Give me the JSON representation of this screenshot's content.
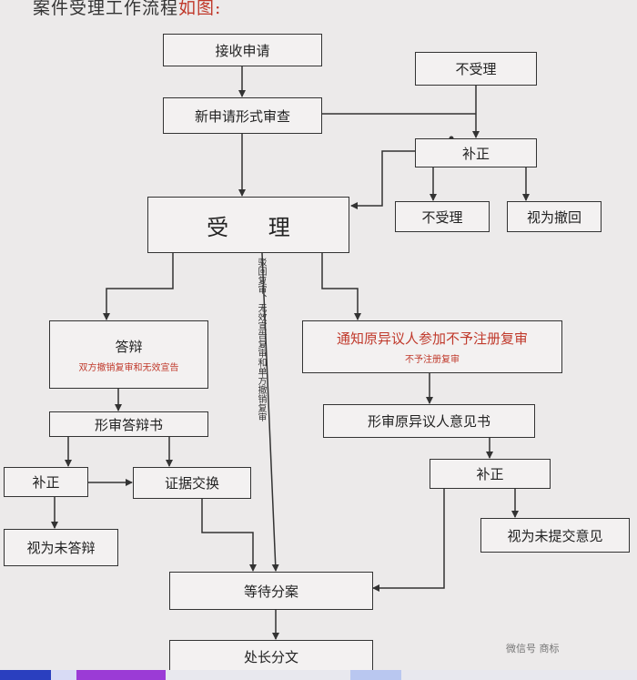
{
  "title": {
    "text": "案件受理工作流程",
    "accent": "如图:"
  },
  "nodes": {
    "jieshou": "接收申请",
    "xinshenqing": "新申请形式审查",
    "shouli": "受 理",
    "bushouli_top": "不受理",
    "buzheng_top": "补正",
    "bushouli_mid": "不受理",
    "shiwei_chehui": "视为撤回",
    "dabian": "答辩",
    "dabian_sub": "双方撤销复审和无效宣告",
    "tongzhi": "通知原异议人参加不予注册复审",
    "tongzhi_sub": "不予注册复审",
    "xingshen_dabian": "形审答辩书",
    "buzheng_left": "补正",
    "zhengju": "证据交换",
    "shiwei_wei_dabian": "视为未答辩",
    "yuanyiyi": "形审原异议人意见书",
    "buzheng_right": "补正",
    "shiwei_wei_tijiao": "视为未提交意见",
    "dengdai": "等待分案",
    "chuzhang": "处长分文"
  },
  "side_label": "驳回复审、无效宣告复审和单方撤销复审",
  "watermark": "微信号 商标",
  "colors": {
    "accent": "#c0392b",
    "line": "#333333"
  }
}
